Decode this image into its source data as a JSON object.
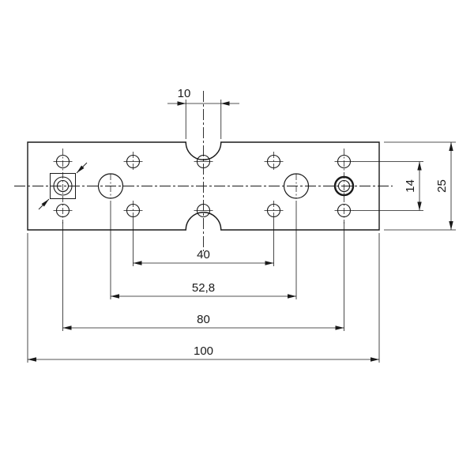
{
  "drawing": {
    "background": "#ffffff",
    "line_color": "#1a1a1a",
    "dimensions": {
      "notch_width": "10",
      "pitch_inner": "40",
      "pitch_mid": "52,8",
      "pitch_outer": "80",
      "overall_length": "100",
      "row_spacing": "14",
      "overall_width": "25"
    }
  }
}
